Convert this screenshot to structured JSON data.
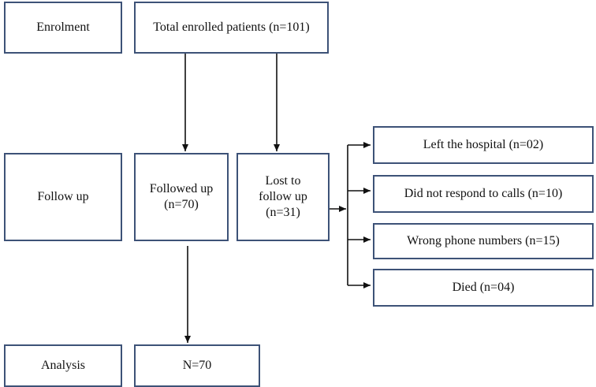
{
  "stages": {
    "enrolment": "Enrolment",
    "follow_up": "Follow up",
    "analysis": "Analysis"
  },
  "nodes": {
    "total": "Total enrolled patients (n=101)",
    "followed": [
      "Followed up",
      "(n=70)"
    ],
    "lost": [
      "Lost to",
      "follow up",
      "(n=31)"
    ],
    "analysis_n": "N=70"
  },
  "lost_reasons": [
    "Left the hospital (n=02)",
    "Did not respond to calls (n=10)",
    "Wrong phone numbers (n=15)",
    "Died (n=04)"
  ]
}
